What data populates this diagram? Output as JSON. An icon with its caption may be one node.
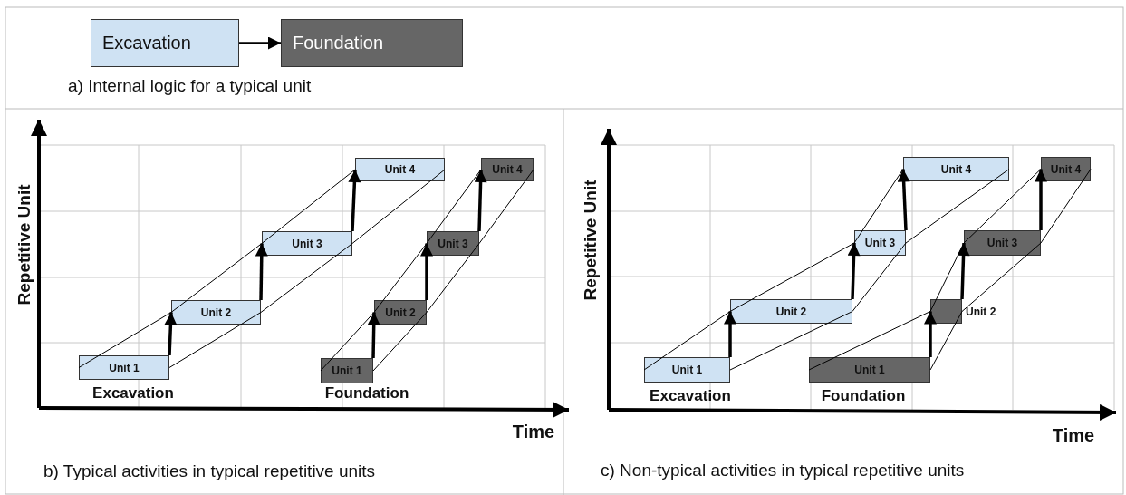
{
  "diagram": {
    "nodes": [
      {
        "text": [
          "Excavation"
        ]
      },
      {
        "text": [
          "Foundation"
        ]
      },
      {
        "text": [
          "Unit 1"
        ]
      },
      {
        "text": [
          "Unit 2"
        ]
      },
      {
        "text": [
          "Unit 3"
        ]
      },
      {
        "text": [
          "Unit 4"
        ]
      },
      {
        "text": [
          "Unit 1"
        ]
      },
      {
        "text": [
          "Unit 2"
        ]
      },
      {
        "text": [
          "Unit 3"
        ]
      },
      {
        "text": [
          "Unit 4"
        ]
      },
      {
        "text": [
          "Unit 1"
        ]
      },
      {
        "text": [
          "Unit 2"
        ]
      },
      {
        "text": [
          "Unit 3"
        ]
      },
      {
        "text": [
          "Unit 4"
        ]
      },
      {
        "text": [
          "Unit 1"
        ]
      },
      {
        "text": [],
        "shape": "box",
        "beside": [
          "Unit 2"
        ]
      },
      {
        "text": [
          "Unit 3"
        ]
      },
      {
        "text": [
          "Unit 4"
        ]
      }
    ],
    "edges": [
      {
        "from": 0,
        "to": 1,
        "arrow": "to"
      },
      {
        "from": 2,
        "to": 3,
        "arrow": "to",
        "style": "thick"
      },
      {
        "from": 2,
        "to": 3,
        "arrow": "none"
      },
      {
        "from": 2,
        "to": 3,
        "arrow": "none"
      },
      {
        "from": 3,
        "to": 4,
        "arrow": "to",
        "style": "thick"
      },
      {
        "from": 3,
        "to": 4,
        "arrow": "none"
      },
      {
        "from": 3,
        "to": 4,
        "arrow": "none"
      },
      {
        "from": 4,
        "to": 5,
        "arrow": "to",
        "style": "thick"
      },
      {
        "from": 4,
        "to": 5,
        "arrow": "none"
      },
      {
        "from": 4,
        "to": 5,
        "arrow": "none"
      },
      {
        "from": 6,
        "to": 7,
        "arrow": "to",
        "style": "thick"
      },
      {
        "from": 6,
        "to": 7,
        "arrow": "none"
      },
      {
        "from": 6,
        "to": 7,
        "arrow": "none"
      },
      {
        "from": 7,
        "to": 8,
        "arrow": "to",
        "style": "thick"
      },
      {
        "from": 7,
        "to": 8,
        "arrow": "none"
      },
      {
        "from": 7,
        "to": 8,
        "arrow": "none"
      },
      {
        "from": 8,
        "to": 9,
        "arrow": "to",
        "style": "thick"
      },
      {
        "from": 8,
        "to": 9,
        "arrow": "none"
      },
      {
        "from": 8,
        "to": 9,
        "arrow": "none"
      },
      {
        "from": 10,
        "to": 11,
        "arrow": "to",
        "style": "thick"
      },
      {
        "from": 10,
        "to": 11,
        "arrow": "none"
      },
      {
        "from": 10,
        "to": 11,
        "arrow": "none"
      },
      {
        "from": 11,
        "to": 12,
        "arrow": "to",
        "style": "thick"
      },
      {
        "from": 11,
        "to": 12,
        "arrow": "none"
      },
      {
        "from": 11,
        "to": 12,
        "arrow": "none"
      },
      {
        "from": 12,
        "to": 13,
        "arrow": "to",
        "style": "thick"
      },
      {
        "from": 12,
        "to": 13,
        "arrow": "none"
      },
      {
        "from": 12,
        "to": 13,
        "arrow": "none"
      },
      {
        "from": 14,
        "to": 15,
        "arrow": "to",
        "style": "thick"
      },
      {
        "from": 14,
        "to": 15,
        "arrow": "none"
      },
      {
        "from": 14,
        "to": 15,
        "arrow": "none"
      },
      {
        "from": 15,
        "to": 16,
        "arrow": "to",
        "style": "thick"
      },
      {
        "from": 15,
        "to": 16,
        "arrow": "none"
      },
      {
        "from": 15,
        "to": 16,
        "arrow": "none"
      },
      {
        "from": 16,
        "to": 17,
        "arrow": "to",
        "style": "thick"
      },
      {
        "from": 16,
        "to": 17,
        "arrow": "none"
      },
      {
        "from": 16,
        "to": 17,
        "arrow": "none"
      }
    ],
    "labels": [
      "a) Internal logic for a typical unit",
      "Repetitive Unit",
      "Excavation",
      "Foundation",
      "Time",
      "b) Typical activities in typical repetitive units",
      "Repetitive Unit",
      "Excavation",
      "Foundation",
      "Time",
      "c) Non-typical activities in typical repetitive units"
    ]
  }
}
